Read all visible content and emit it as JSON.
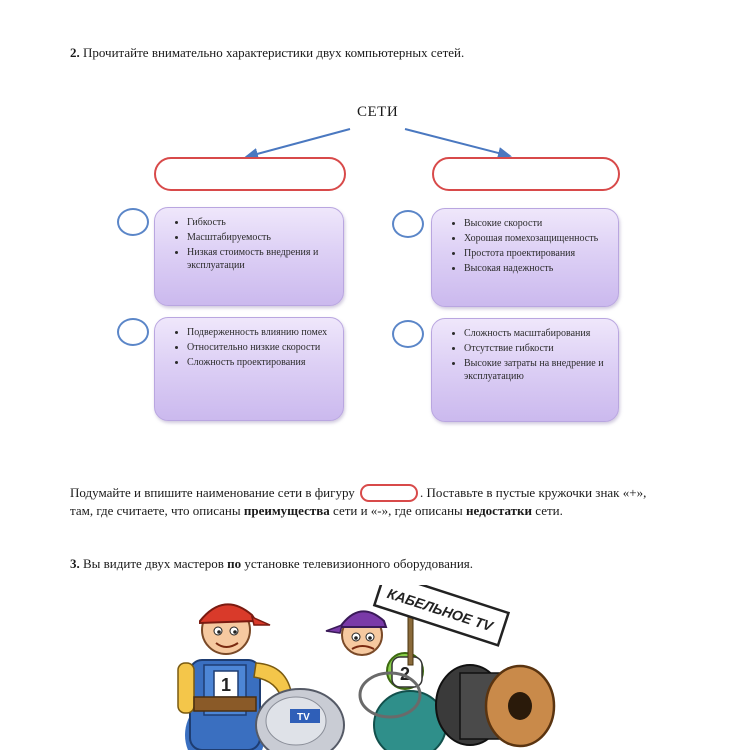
{
  "task2": {
    "number": "2.",
    "text": "Прочитайте внимательно характеристики двух компьютерных сетей."
  },
  "diagram": {
    "title": "СЕТИ",
    "left_advantages": [
      "Гибкость",
      "Масштабируемость",
      "Низкая стоимость внедрения и эксплуатации"
    ],
    "left_disadvantages": [
      "Подверженность влиянию помех",
      "Относительно низкие скорости",
      "Сложность проектирования"
    ],
    "right_advantages": [
      "Высокие скорости",
      "Хорошая помехозащищенность",
      "Простота проектирования",
      "Высокая надежность"
    ],
    "right_disadvantages": [
      "Сложность масштабирования",
      "Отсутствие гибкости",
      "Высокие затраты на внедрение и эксплуатацию"
    ]
  },
  "instruction": {
    "part1": "Подумайте и впишите наименование сети в фигуру",
    "part2": ". Поставьте в пустые кружочки знак «+», там, где считаете, что описаны",
    "bold1": "преимущества",
    "part3": " сети и «-», где описаны",
    "bold2": "недостатки",
    "part4": " сети."
  },
  "task3": {
    "number": "3.",
    "part1": " Вы видите двух мастеров ",
    "bold": "по",
    "part2": " установке телевизионного оборудования."
  },
  "illustration": {
    "sign_text": "КАБЕЛЬНОЕ TV",
    "badge1": "1",
    "badge2": "2",
    "dish_logo": "TV"
  },
  "colors": {
    "oval_border": "#d84a4a",
    "circle_border": "#5b86c8",
    "box_fill": "#ddd0f5",
    "arrow": "#4a78c0"
  }
}
